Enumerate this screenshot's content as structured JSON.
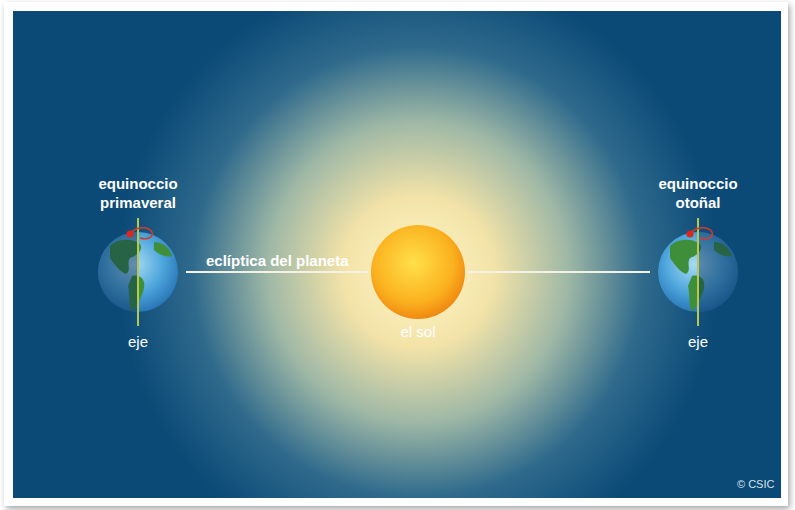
{
  "diagram": {
    "nodes": [
      {
        "text": [
          "equinoccio primaveral",
          "eje"
        ]
      },
      {
        "text": [
          "el sol"
        ]
      },
      {
        "text": [
          "equinoccio otoñal",
          "eje"
        ]
      }
    ],
    "edges": [
      {
        "from": 0,
        "to": 1,
        "arrow": "none",
        "label": "eclíptica del planeta"
      },
      {
        "from": 1,
        "to": 2,
        "arrow": "none"
      }
    ],
    "labels": [
      "© CSIC"
    ]
  }
}
